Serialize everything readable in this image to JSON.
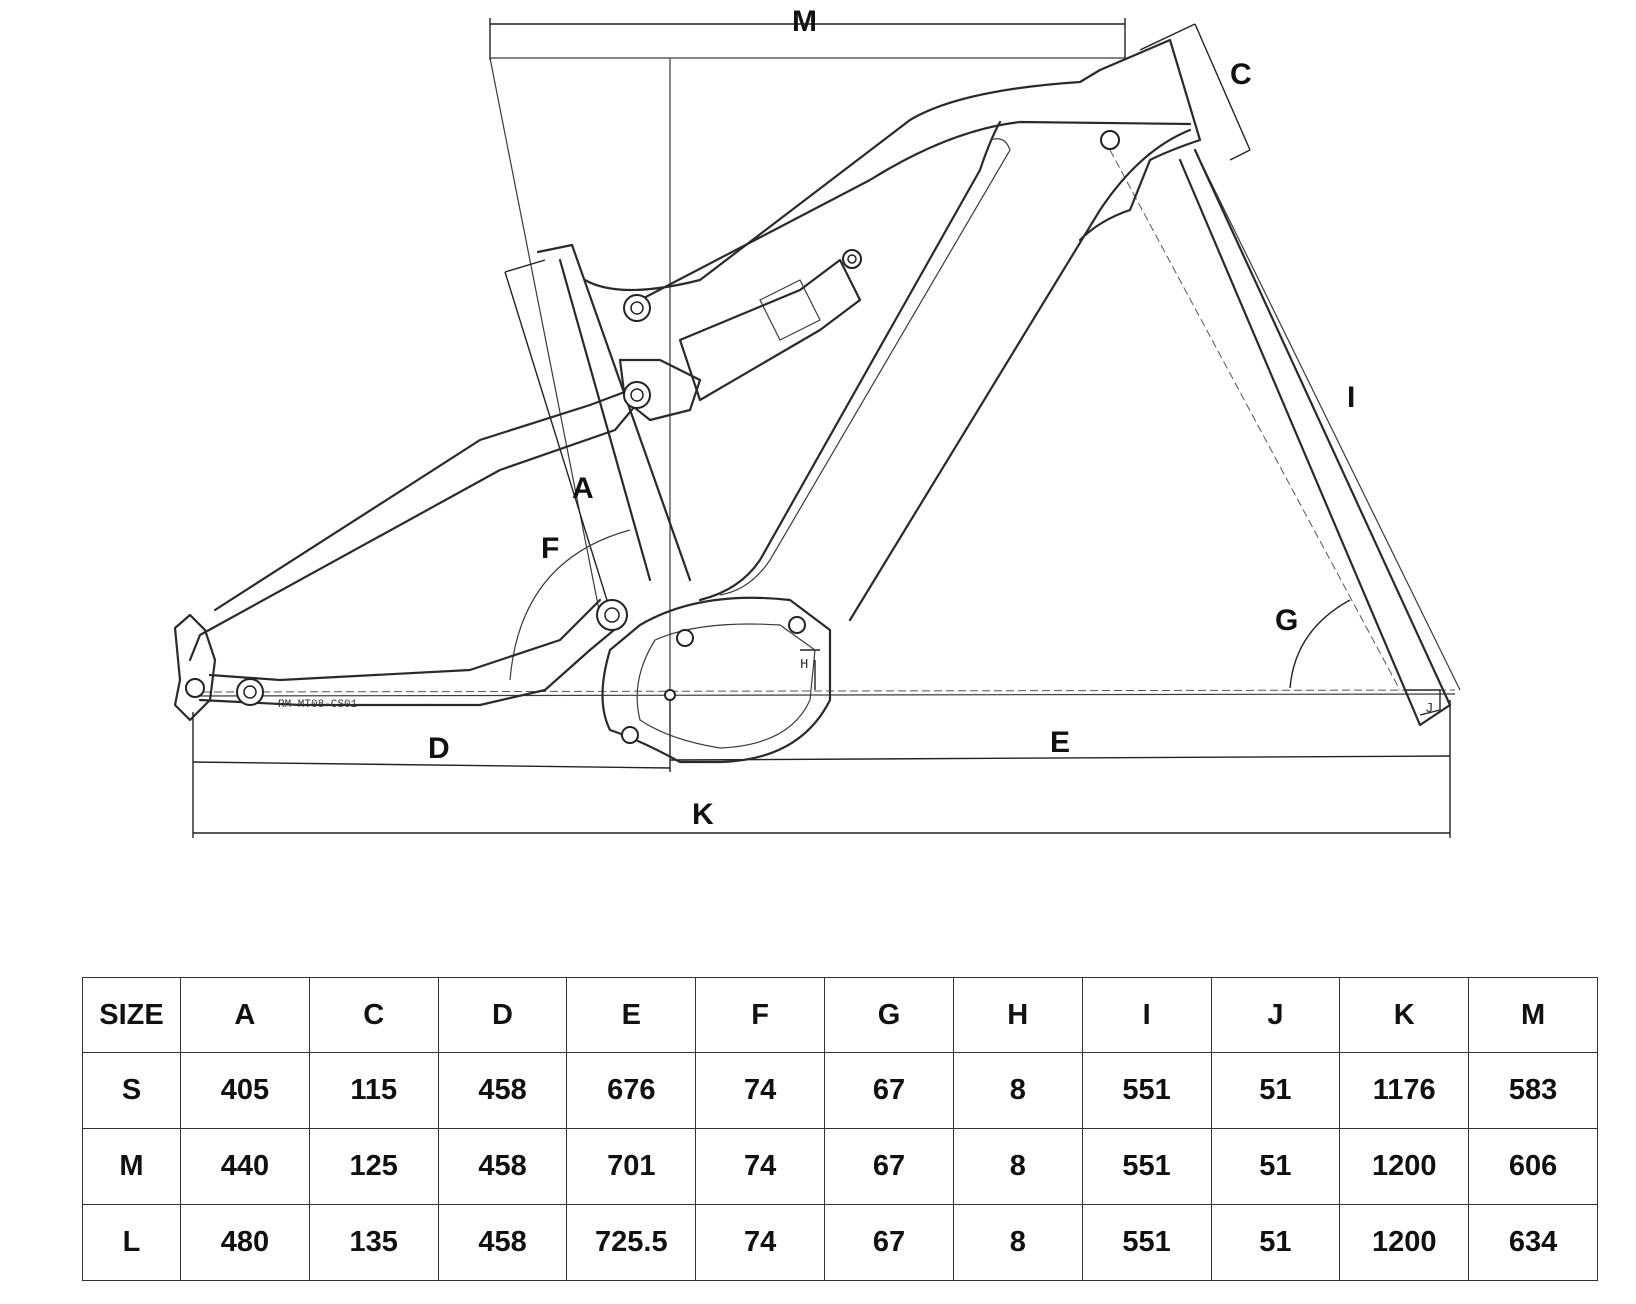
{
  "diagram": {
    "frame_code": "RM-MT08-CS01",
    "dimension_letters": {
      "M": "M",
      "C": "C",
      "I": "I",
      "A": "A",
      "F": "F",
      "G": "G",
      "D": "D",
      "E": "E",
      "K": "K",
      "H": "H",
      "J": "J"
    }
  },
  "table": {
    "headers": [
      "SIZE",
      "A",
      "C",
      "D",
      "E",
      "F",
      "G",
      "H",
      "I",
      "J",
      "K",
      "M"
    ],
    "rows": [
      [
        "S",
        "405",
        "115",
        "458",
        "676",
        "74",
        "67",
        "8",
        "551",
        "51",
        "1176",
        "583"
      ],
      [
        "M",
        "440",
        "125",
        "458",
        "701",
        "74",
        "67",
        "8",
        "551",
        "51",
        "1200",
        "606"
      ],
      [
        "L",
        "480",
        "135",
        "458",
        "725.5",
        "74",
        "67",
        "8",
        "551",
        "51",
        "1200",
        "634"
      ]
    ]
  }
}
